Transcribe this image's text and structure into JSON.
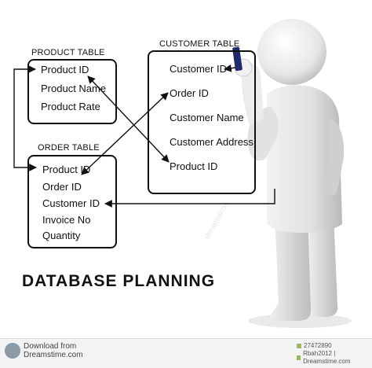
{
  "tables": {
    "product": {
      "title": "PRODUCT TABLE",
      "fields": [
        "Product ID",
        "Product Name",
        "Product Rate"
      ]
    },
    "order": {
      "title": "ORDER TABLE",
      "fields": [
        "Product ID",
        "Order ID",
        "Customer ID",
        "Invoice No",
        "Quantity"
      ]
    },
    "customer": {
      "title": "CUSTOMER TABLE",
      "fields": [
        "Customer ID",
        "Order ID",
        "Customer Name",
        "Customer Address",
        "Product ID"
      ]
    }
  },
  "heading": "DATABASE  PLANNING",
  "footer": {
    "download_label": "Download from",
    "site": "Dreamstime.com",
    "image_id": "27472890",
    "credit": "Rbah2012 | Dreamstime.com"
  },
  "watermark": "dreamstime",
  "colors": {
    "ink": "#111111",
    "figure_light": "#f4f4f4",
    "figure_shade": "#c9c9c9",
    "marker": "#1f2a6b",
    "footer_bg": "#f3f3f3"
  }
}
